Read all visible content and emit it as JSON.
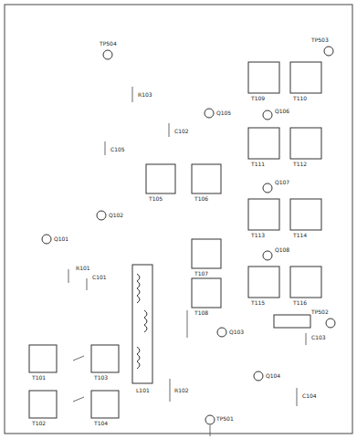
{
  "diagram": {
    "labels": [
      "TP504",
      "TP503",
      "TP502",
      "TP501",
      "T101",
      "T102",
      "T103",
      "T104",
      "T105",
      "T106",
      "T107",
      "T108",
      "T109",
      "T110",
      "T111",
      "T112",
      "T113",
      "T114",
      "T115",
      "T116",
      "L101",
      "Q101",
      "Q102",
      "Q103",
      "Q104",
      "Q105",
      "Q106",
      "Q107",
      "Q108",
      "R101",
      "R102",
      "C101",
      "C102",
      "C103",
      "C104",
      "R103",
      "C105"
    ]
  }
}
